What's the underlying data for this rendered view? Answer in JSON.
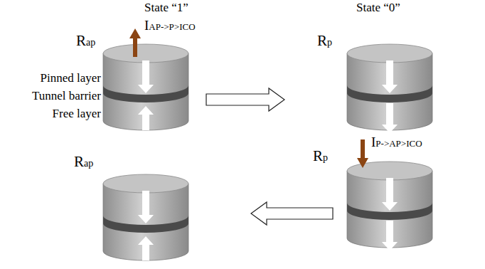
{
  "diagram": {
    "nodes": [
      {
        "text": [
          "Rap"
        ]
      },
      {
        "text": [
          "Rp"
        ]
      },
      {
        "text": [
          "Rap"
        ]
      },
      {
        "text": [
          "Rp"
        ]
      }
    ],
    "edges": [
      {
        "from": 0,
        "to": 1,
        "arrow": "to"
      },
      {
        "from": 3,
        "to": 2,
        "arrow": "to"
      }
    ],
    "labels": [
      "State “1”",
      "State “0”",
      "IAP->P>ICO",
      "Pinned layer",
      "Tunnel barrier",
      "Free layer",
      "IP->AP>ICO"
    ]
  }
}
